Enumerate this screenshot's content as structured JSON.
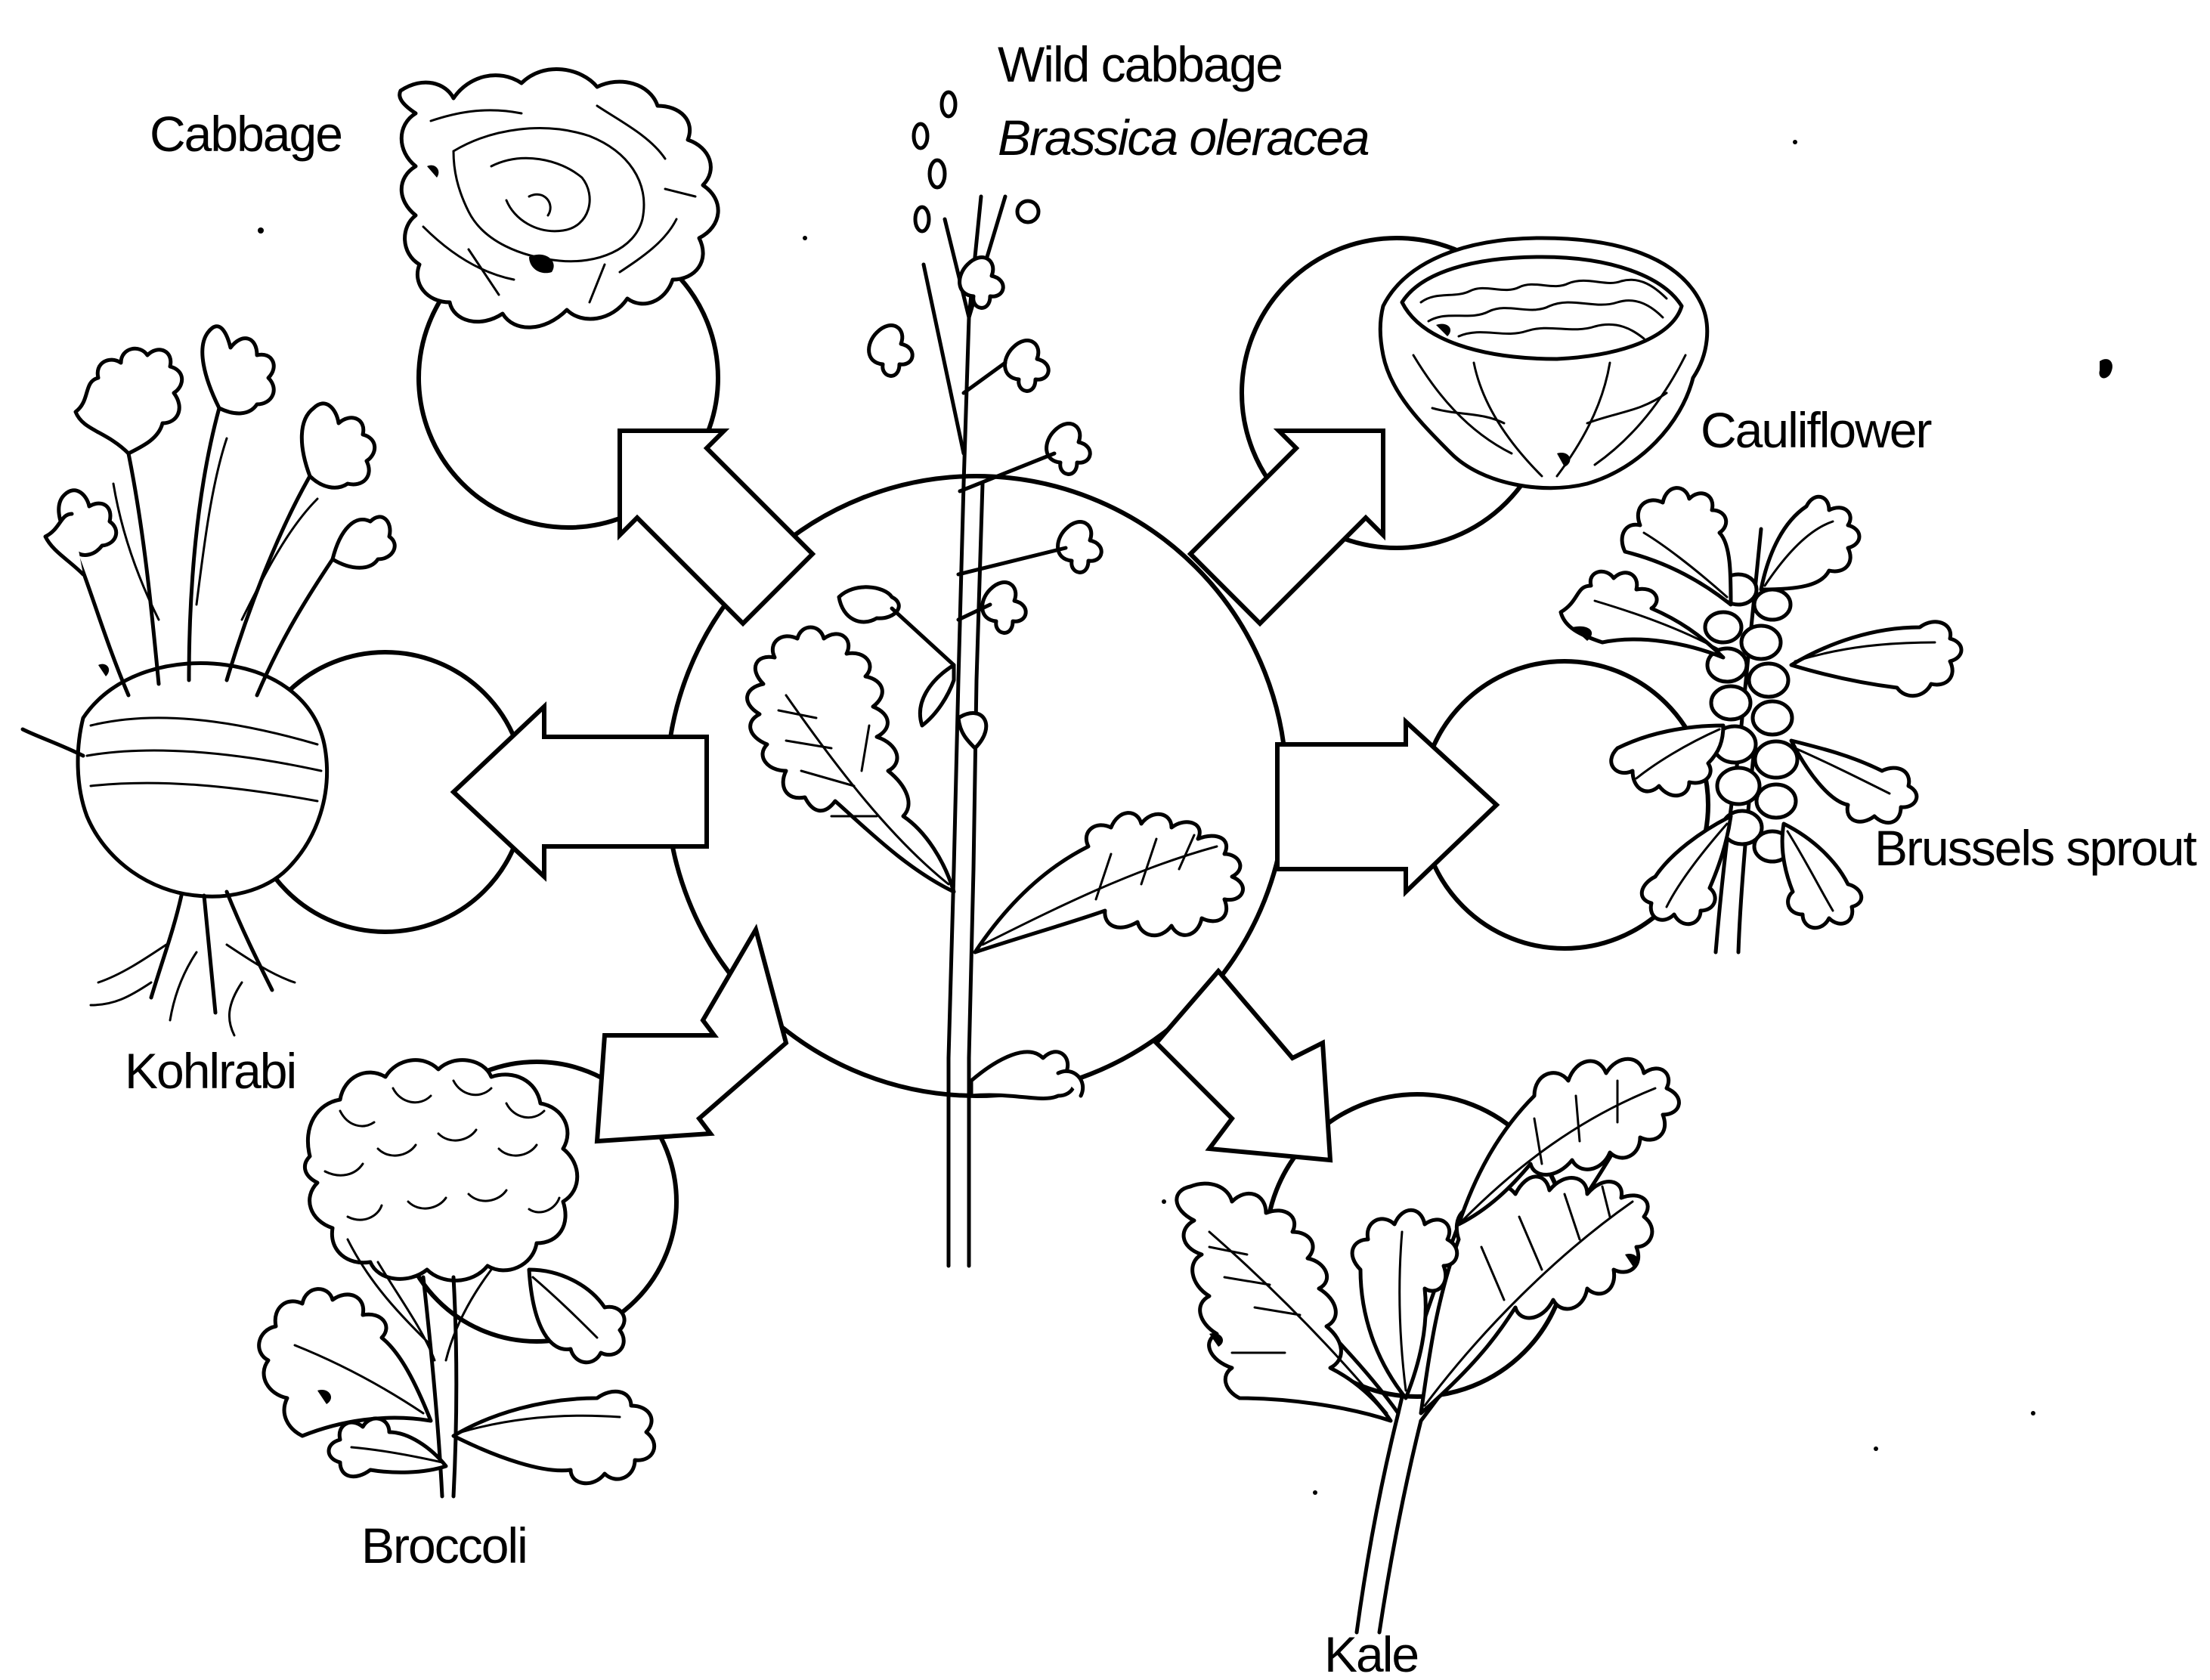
{
  "diagram": {
    "center": {
      "common_name": "Wild cabbage",
      "scientific_name": "Brassica oleracea"
    },
    "varieties": [
      {
        "id": "cabbage",
        "label": "Cabbage"
      },
      {
        "id": "cauliflower",
        "label": "Cauliflower"
      },
      {
        "id": "kohlrabi",
        "label": "Kohlrabi"
      },
      {
        "id": "brussels-sprout",
        "label": "Brussels sprout"
      },
      {
        "id": "broccoli",
        "label": "Broccoli"
      },
      {
        "id": "kale",
        "label": "Kale"
      }
    ],
    "colors": {
      "line": "#000000",
      "background": "#ffffff"
    }
  }
}
